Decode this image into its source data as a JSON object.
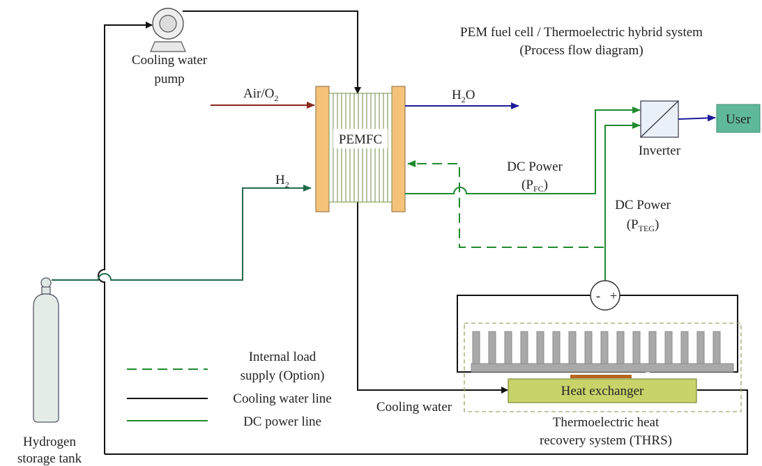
{
  "title": {
    "line1": "PEM fuel cell / Thermoelectric hybrid system",
    "line2": "(Process flow diagram)"
  },
  "components": {
    "pump": {
      "line1": "Cooling water",
      "line2": "pump"
    },
    "pemfc": "PEMFC",
    "inverter": "Inverter",
    "user": "User",
    "heat_exchanger": "Heat exchanger",
    "thrs": {
      "line1": "Thermoelectric heat",
      "line2": "recovery system (THRS)"
    },
    "tank": {
      "line1": "Hydrogen",
      "line2": "storage tank"
    },
    "teg_minus": "-",
    "teg_plus": "+"
  },
  "streams": {
    "air": {
      "main": "Air/O",
      "sub": "2"
    },
    "h2": {
      "main": "H",
      "sub": "2"
    },
    "h2o": {
      "pre": "H",
      "sub": "2",
      "post": "O"
    },
    "dc_fc": {
      "line1": "DC Power",
      "open": "(P",
      "sub": "FC",
      "close": ")"
    },
    "dc_teg": {
      "line1": "DC Power",
      "open": "(P",
      "sub": "TEG",
      "close": ")"
    },
    "cooling_water": "Cooling water"
  },
  "legend": {
    "dashed": {
      "line1": "Internal load",
      "line2": "supply (Option)"
    },
    "cooling": "Cooling water line",
    "dc": "DC power line"
  },
  "colors": {
    "cooling_line": "#111111",
    "dc_line": "#1f8a2e",
    "h2_line": "#1f6a4a",
    "air_line": "#8b2a1e",
    "water_out": "#1a1a9a",
    "pemfc_plate": "#f5c27a",
    "user_box": "#5fb89a",
    "heat_exchanger": "#c8d36a",
    "heat_sink": "#a9a9a9"
  }
}
